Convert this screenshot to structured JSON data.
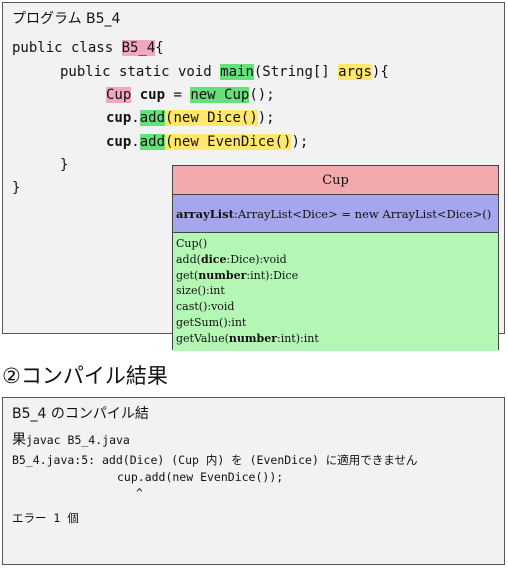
{
  "code_panel": {
    "title": "プログラム B5_4",
    "l1": {
      "a": "public class ",
      "cls": "B5_4",
      "b": "{"
    },
    "l2": {
      "a": "public static void ",
      "main": "main",
      "b": "(String[] ",
      "args": "args",
      "c": "){"
    },
    "l3": {
      "cup_type": "Cup",
      "cup_var": "cup",
      "eq": " = ",
      "newcup": "new Cup",
      "end": "();"
    },
    "l4": {
      "cup": "cup",
      "dot": ".",
      "add": "add",
      "arg": "(new Dice()",
      "end": ");"
    },
    "l5": {
      "cup": "cup",
      "dot": ".",
      "add": "add",
      "arg": "(new EvenDice()",
      "end": ");"
    },
    "l6": "}",
    "l7": "}"
  },
  "uml": {
    "class_name": "Cup",
    "attr_name": "arrayList",
    "attr_rest": ":ArrayList<Dice> = new ArrayList<Dice>()",
    "ops": {
      "o1": "Cup()",
      "o2a": "add(",
      "o2b": "dice",
      "o2c": ":Dice):void",
      "o3a": "get(",
      "o3b": "number",
      "o3c": ":int):Dice",
      "o4": "size():int",
      "o5": "cast():void",
      "o6": "getSum():int",
      "o7a": "getValue(",
      "o7b": "number",
      "o7c": ":int):int"
    }
  },
  "section_title": "②コンパイル結果",
  "compile_panel": {
    "title": "B5_4 のコンパイル結",
    "line1_kanji": "果",
    "line1_rest": "javac B5_4.java",
    "line2": "B5_4.java:5: add(Dice) (Cup 内) を (EvenDice) に適用できません",
    "line3": "cup.add(new EvenDice());",
    "line4": "^",
    "line5": "エラー 1 個"
  }
}
